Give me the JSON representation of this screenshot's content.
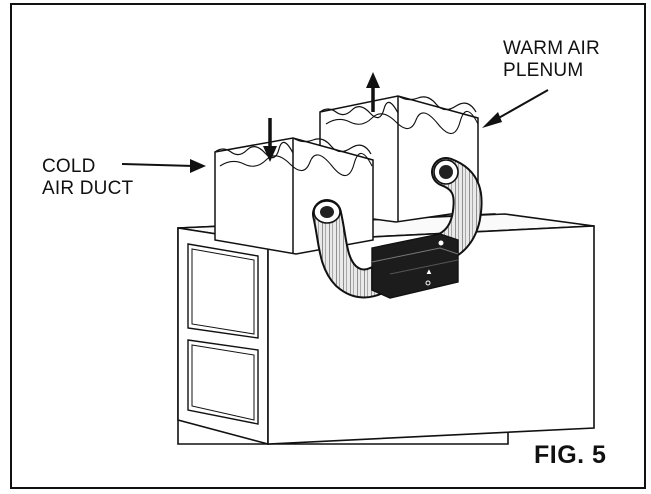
{
  "labels": {
    "warm_air_line1": "WARM AIR",
    "warm_air_line2": "PLENUM",
    "cold_air_line1": "COLD",
    "cold_air_line2": "AIR DUCT"
  },
  "figure": {
    "caption": "FIG. 5"
  },
  "colors": {
    "ink": "#111111",
    "paper": "#ffffff",
    "device": "#1c1c1c"
  }
}
